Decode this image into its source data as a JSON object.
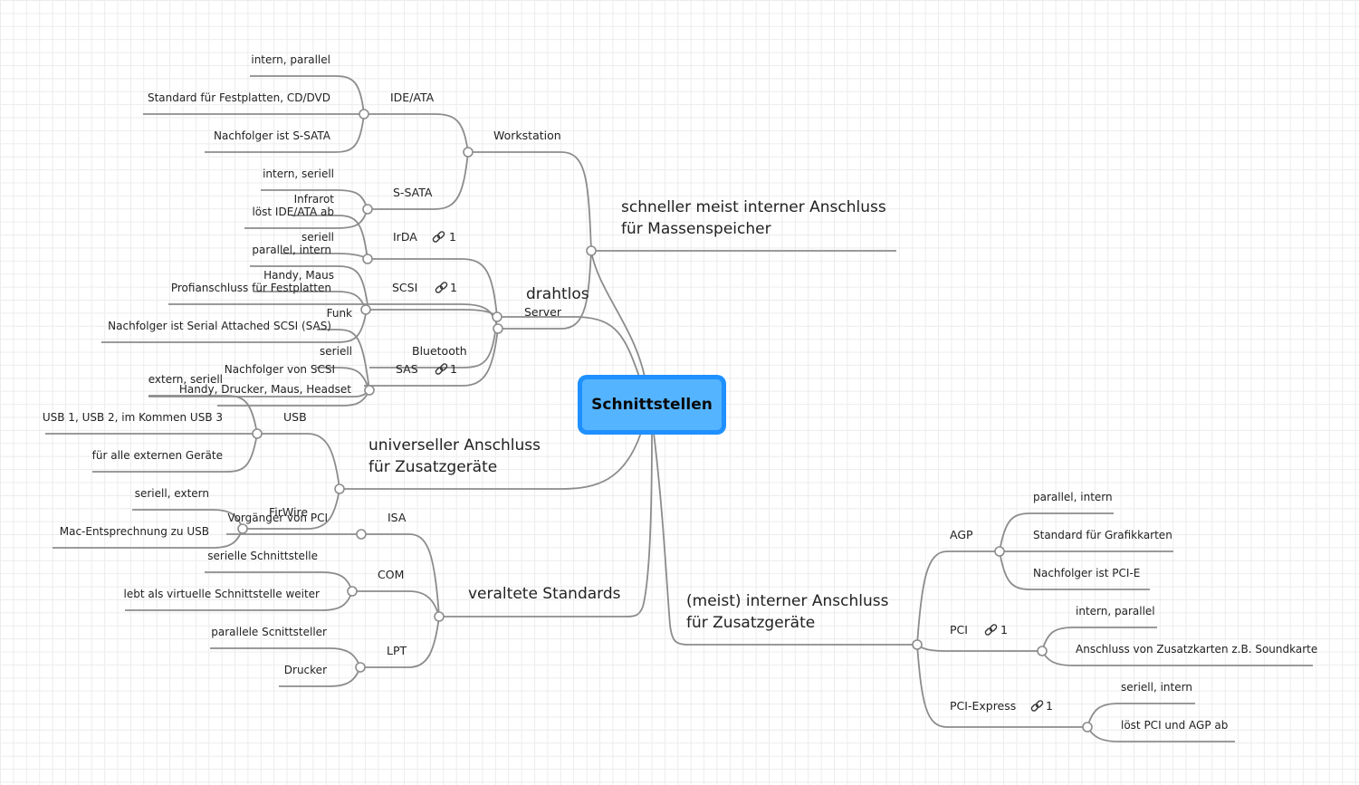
{
  "central": {
    "label": "Schnittstellen"
  },
  "branches": {
    "massen": {
      "label_line1": "schneller meist interner Anschluss",
      "label_line2": "für Massenspeicher",
      "workstation": {
        "label": "Workstation",
        "ide": {
          "label": "IDE/ATA",
          "notes": [
            "intern, parallel",
            "Standard für Festplatten, CD/DVD",
            "Nachfolger ist S-SATA"
          ]
        },
        "ssata": {
          "label": "S-SATA",
          "notes": [
            "intern, seriell",
            "löst IDE/ATA ab"
          ]
        }
      },
      "server": {
        "label": "Server",
        "scsi": {
          "label": "SCSI",
          "link_count": "1",
          "notes": [
            "parallel, intern",
            "Profianschluss für Festplatten",
            "Nachfolger ist  Serial Attached SCSI (SAS)"
          ]
        },
        "sas": {
          "label": "SAS",
          "link_count": "1",
          "notes": [
            "seriell",
            "Nachfolger von SCSI"
          ]
        }
      }
    },
    "drahtlos": {
      "label": "drahtlos",
      "irda": {
        "label": "IrDA",
        "link_count": "1",
        "notes": [
          "Infrarot",
          "seriell"
        ]
      },
      "bluetooth": {
        "label": "Bluetooth",
        "notes": [
          "Funk",
          "Handy, Drucker, Maus, Headset"
        ]
      },
      "funk_extra": [
        "Handy, Maus"
      ]
    },
    "universell": {
      "label_line1": "universeller Anschluss",
      "label_line2": "für Zusatzgeräte",
      "usb": {
        "label": "USB",
        "notes": [
          "extern, seriell",
          "USB 1, USB 2, im Kommen USB 3",
          "für alle externen Geräte"
        ]
      },
      "firewire": {
        "label": "FirWire",
        "notes": [
          "seriell, extern",
          "Mac-Entsprechnung zu USB"
        ]
      }
    },
    "veraltet": {
      "label": "veraltete Standards",
      "isa": {
        "label": "ISA",
        "notes": [
          "Vorgänger von PCI"
        ]
      },
      "com": {
        "label": "COM",
        "notes": [
          "serielle Schnittstelle",
          "lebt als virtuelle Schnittstelle weiter"
        ]
      },
      "lpt": {
        "label": "LPT",
        "notes": [
          "parallele Scnittsteller",
          "Drucker"
        ]
      }
    },
    "intern": {
      "label_line1": "(meist) interner Anschluss",
      "label_line2": "für Zusatzgeräte",
      "agp": {
        "label": "AGP",
        "notes": [
          "parallel, intern",
          "Standard für Grafikkarten",
          "Nachfolger ist PCI-E"
        ]
      },
      "pci": {
        "label": "PCI",
        "link_count": "1",
        "notes": [
          "intern, parallel",
          "Anschluss von Zusatzkarten z.B. Soundkarte"
        ]
      },
      "pciexpress": {
        "label": "PCI-Express",
        "link_count": "1",
        "notes": [
          "seriell, intern",
          "löst PCI und AGP ab"
        ]
      }
    }
  },
  "colors": {
    "central_border": "#1e90ff",
    "central_fill": "#55b4ff",
    "edge": "#8c8c8c"
  }
}
